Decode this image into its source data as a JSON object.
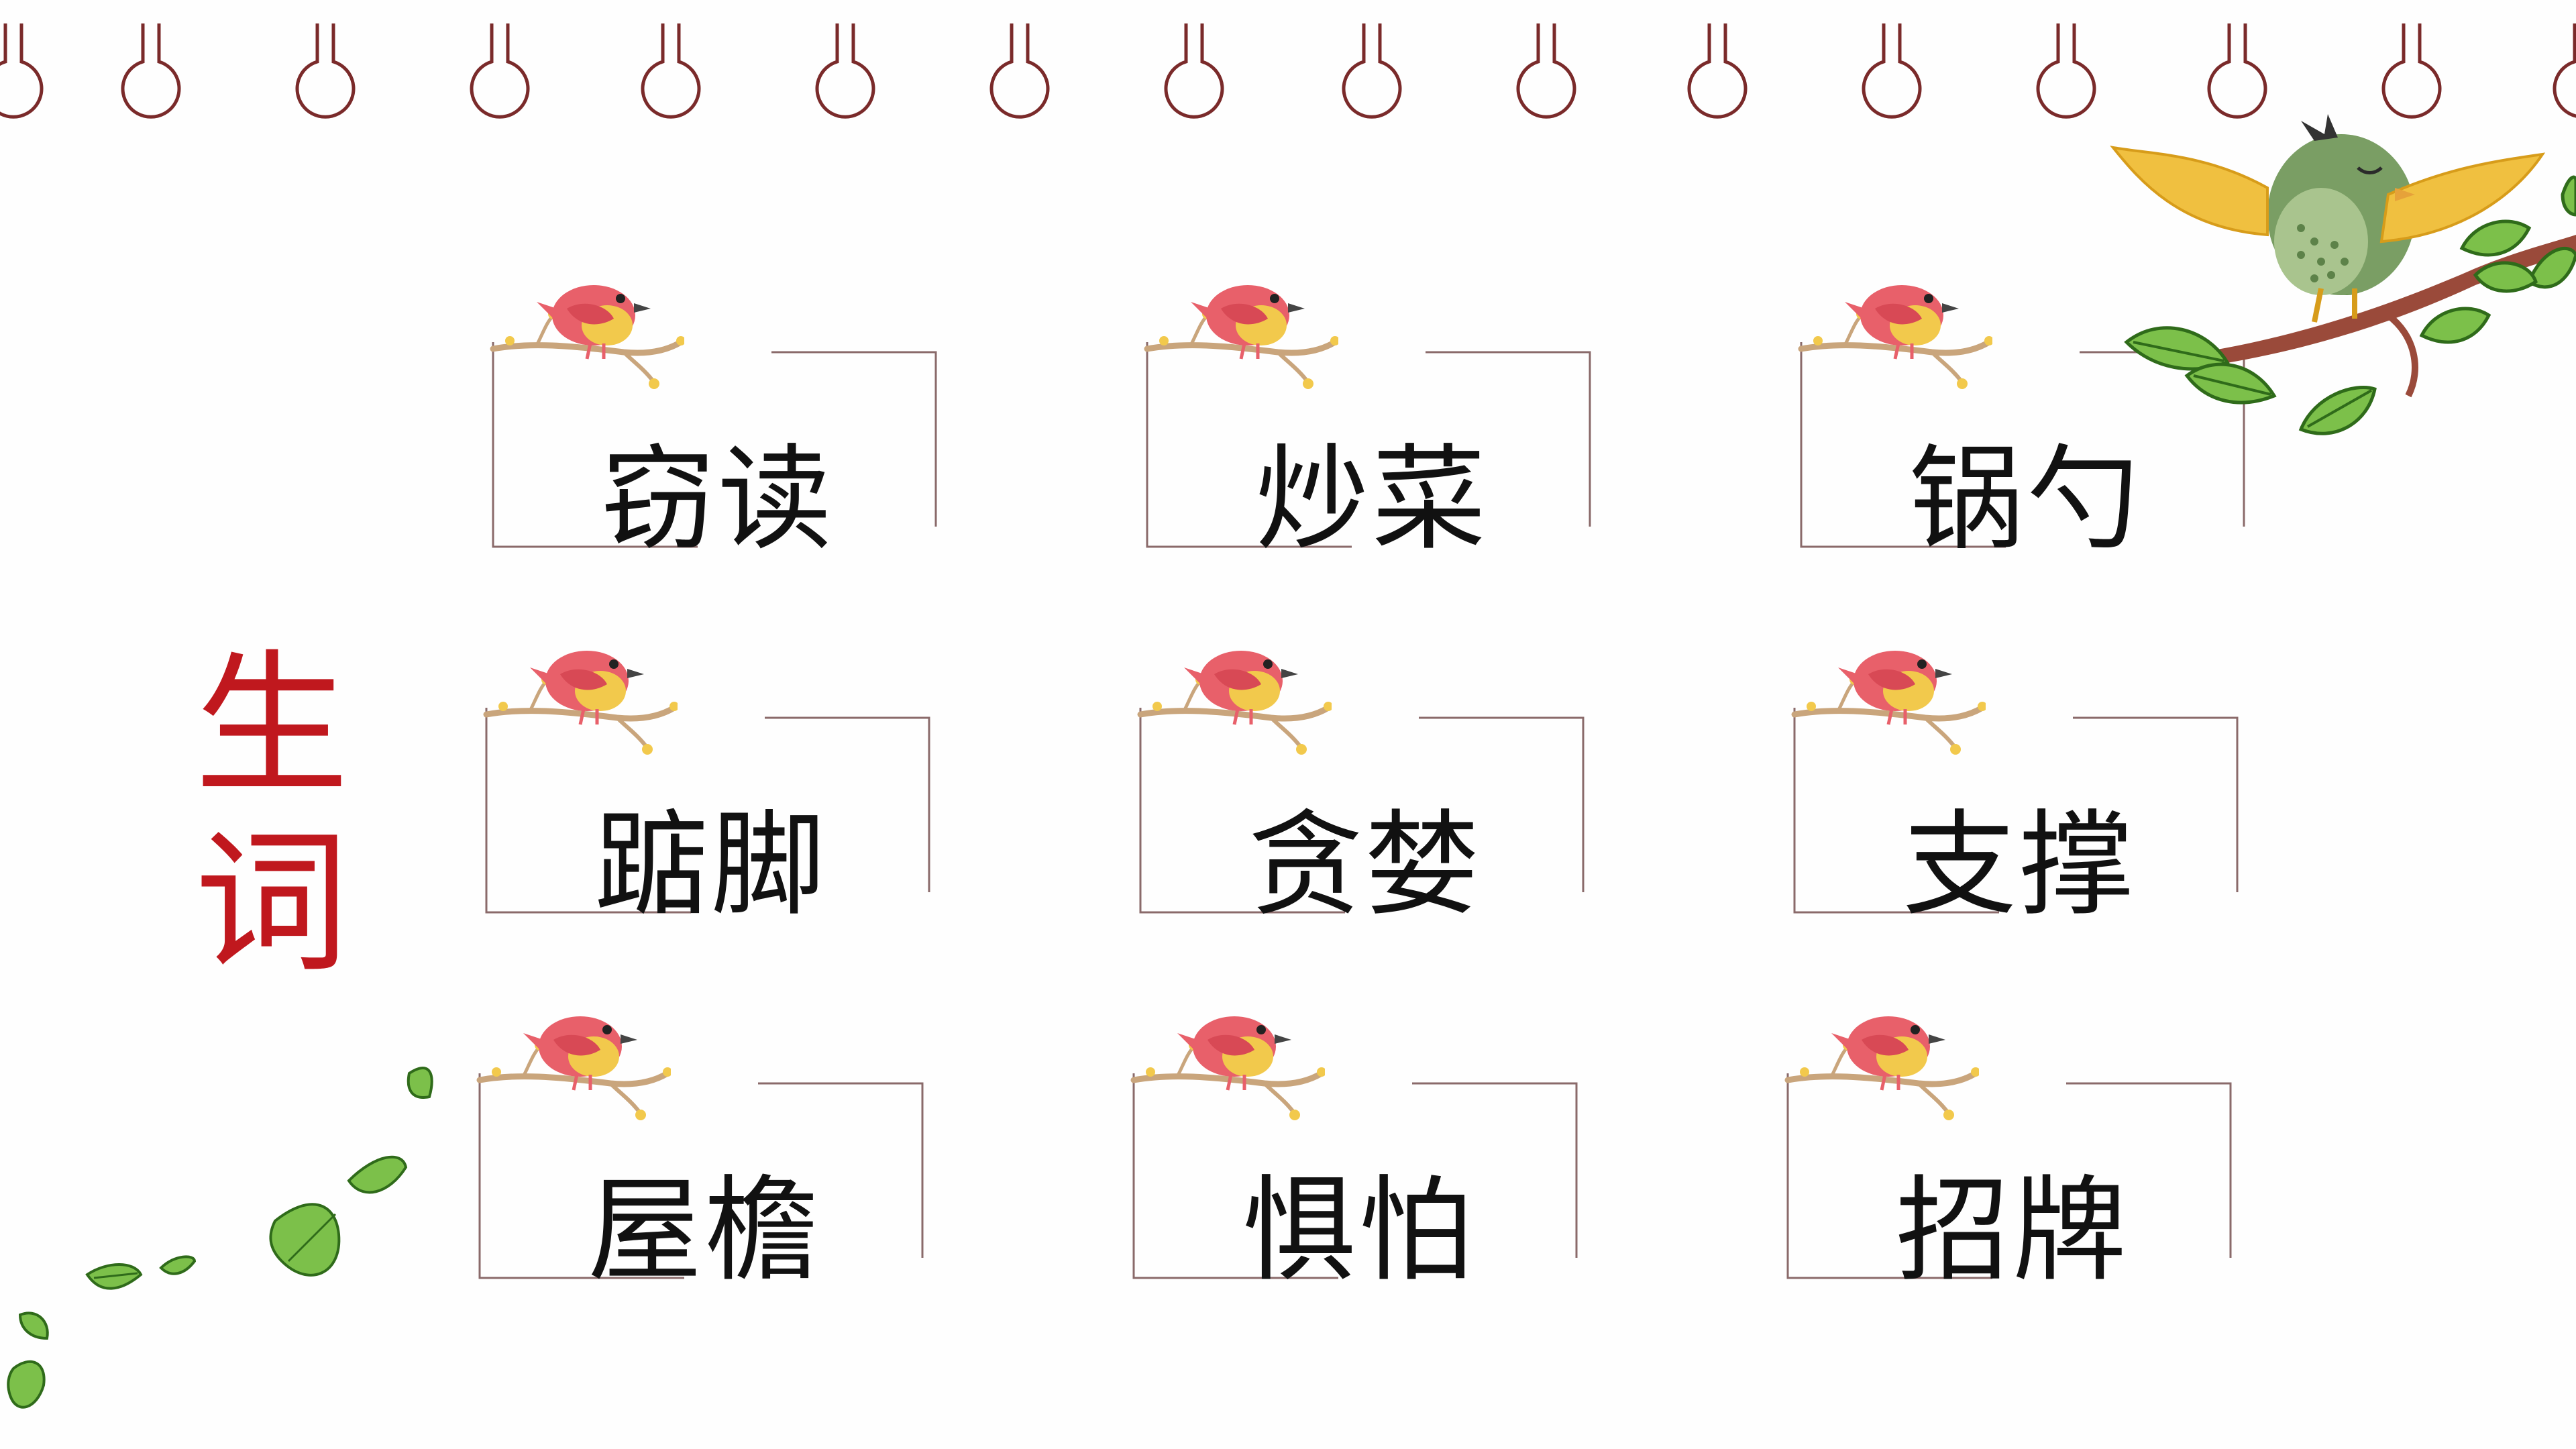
{
  "section_title": [
    "生",
    "词"
  ],
  "words": [
    {
      "text": "窃读"
    },
    {
      "text": "炒菜"
    },
    {
      "text": "锅勺"
    },
    {
      "text": "踮脚"
    },
    {
      "text": "贪婪"
    },
    {
      "text": "支撑"
    },
    {
      "text": "屋檐"
    },
    {
      "text": "惧怕"
    },
    {
      "text": "招牌"
    }
  ],
  "icons": {
    "ring": "binder-ring-icon",
    "card_bird": "sparrow-on-branch-icon",
    "corner_bird": "green-bird-on-branch-icon",
    "leaves": "falling-leaves-icon"
  },
  "colors": {
    "title": "#c0181e",
    "ring": "#7a2a2a",
    "frame": "#8a6a6a",
    "text": "#111111",
    "leaf": "#6aa832",
    "sparrow": "#e8606a",
    "green_bird": "#7a9e64"
  }
}
